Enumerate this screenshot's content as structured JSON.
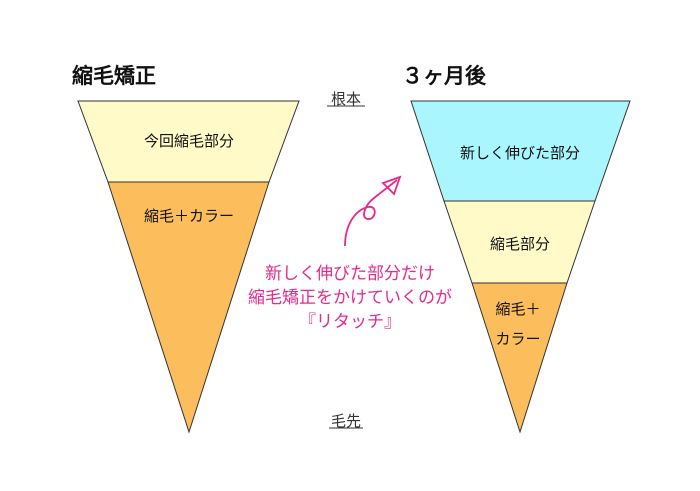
{
  "left": {
    "title": "縮毛矯正",
    "bands": [
      "今回縮毛部分",
      "縮毛＋カラー"
    ]
  },
  "right": {
    "title": "３ヶ月後",
    "bands": [
      "新しく伸びた部分",
      "縮毛部分",
      "縮毛＋",
      "カラー"
    ]
  },
  "axis": {
    "top": "根本",
    "bottom": "毛先"
  },
  "note": {
    "lines": [
      "新しく伸びた部分だけ",
      "縮毛矯正をかけていくのが",
      "『リタッチ』"
    ]
  },
  "colors": {
    "yellow": "#fffac8",
    "orange": "#fcbe5c",
    "cyan": "#aaf6ff",
    "pink": "#e8288a"
  }
}
